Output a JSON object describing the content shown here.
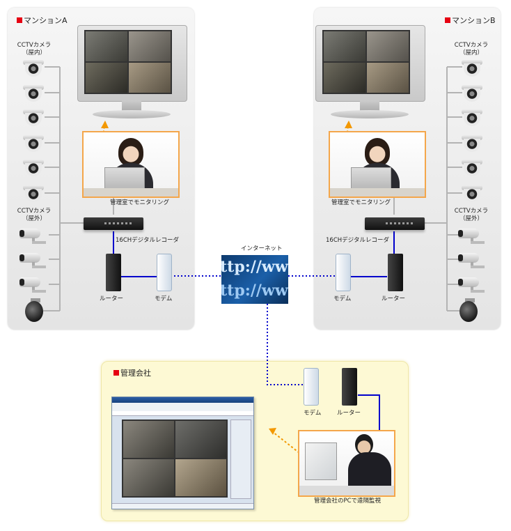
{
  "mansion_a": {
    "title": "マンションA",
    "cctv_indoor": "CCTVカメラ\n（屋内）",
    "cctv_outdoor": "CCTVカメラ\n（屋外）",
    "monitoring": "管理室でモニタリング",
    "recorder": "16CHデジタルレコーダ",
    "router": "ルーター",
    "modem": "モデム"
  },
  "mansion_b": {
    "title": "マンションB",
    "cctv_indoor": "CCTVカメラ\n（屋内）",
    "cctv_outdoor": "CCTVカメラ\n（屋外）",
    "monitoring": "管理室でモニタリング",
    "recorder": "16CHデジタルレコーダ",
    "router": "ルーター",
    "modem": "モデム"
  },
  "internet": {
    "label": "インターネット",
    "image_text": "ttp://ww"
  },
  "company": {
    "title": "管理会社",
    "modem": "モデム",
    "router": "ルーター",
    "remote": "管理会社のPCで遠隔監視"
  },
  "colors": {
    "panel_title_square": "#e60012",
    "wire_blue": "#0000cc",
    "arrow_orange": "#f39800",
    "company_bg": "#fdf9d4"
  }
}
